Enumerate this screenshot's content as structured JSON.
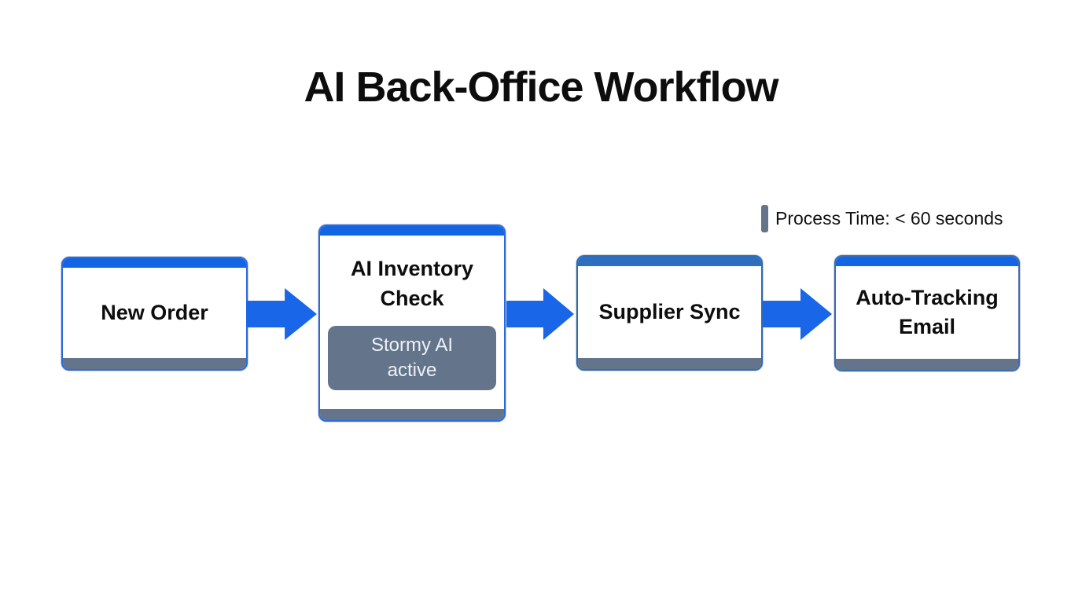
{
  "title": "AI Back-Office Workflow",
  "annotation": {
    "label": "Process Time: < 60 seconds",
    "tick_color": "#64748b"
  },
  "colors": {
    "accent_blue": "#1266e3",
    "arrow_blue": "#1a66e8",
    "slate_gray": "#64748b",
    "badge_text": "#eef2f7",
    "text_black": "#0d0d0d"
  },
  "flow": {
    "steps": [
      {
        "label": "New Order",
        "top_color": "#1266e3",
        "border_color": "#2a69e0",
        "bottom_color": "#64748b"
      },
      {
        "label": "AI Inventory Check",
        "badge": "Stormy AI active",
        "badge_bg": "#64748b",
        "top_color": "#1266e3",
        "border_color": "#2a69e0",
        "bottom_color": "#64748b"
      },
      {
        "label": "Supplier Sync",
        "top_color": "#2d6fbe",
        "border_color": "#2d6cb3",
        "bottom_color": "#64748b"
      },
      {
        "label": "Auto-Tracking Email",
        "top_color": "#1266e3",
        "border_color": "#3a6cb0",
        "bottom_color": "#64748b"
      }
    ]
  }
}
